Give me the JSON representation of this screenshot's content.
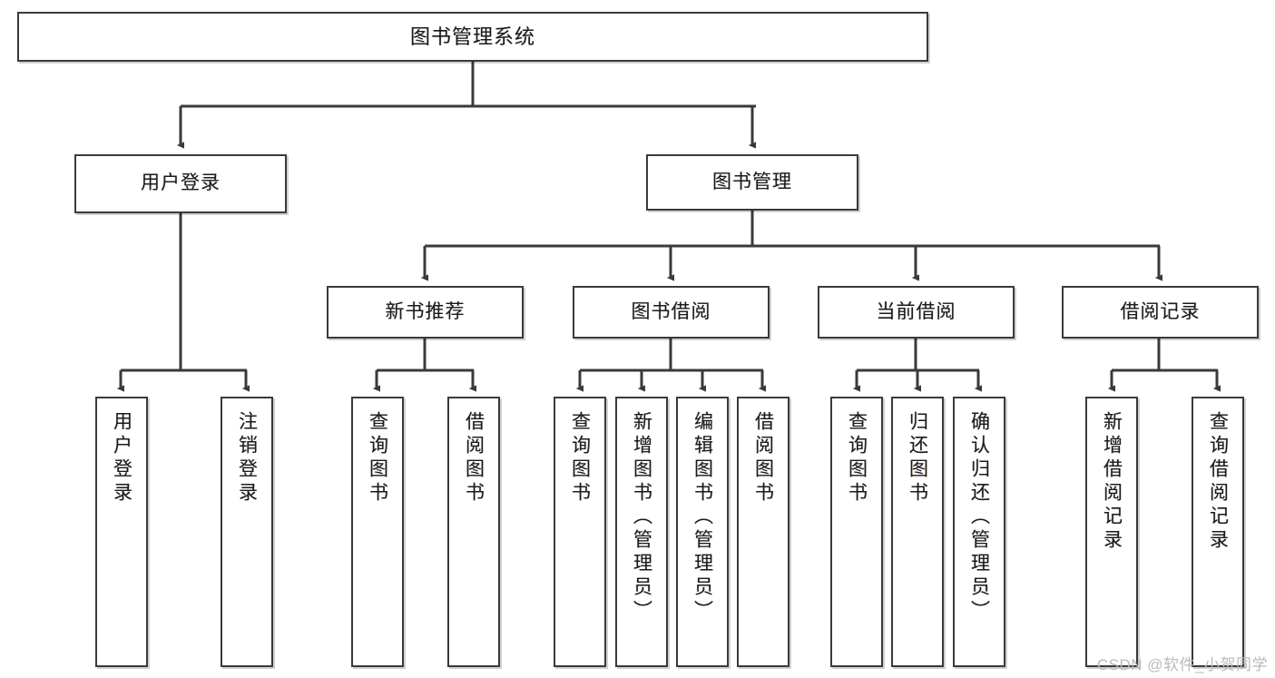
{
  "title": "图书管理系统",
  "watermark": "CSDN @软件_小贺同学",
  "colors": {
    "background": "#ffffff",
    "box_border": "#3a3a3a",
    "connector": "#3a3a3a",
    "text": "#1b1b1b",
    "watermark": "#b9b9b9"
  },
  "chart_data": {
    "type": "diagram",
    "diagram_kind": "tree",
    "title": "图书管理系统",
    "root": "图书管理系统",
    "levels": 4,
    "edges": [
      [
        "图书管理系统",
        "用户登录"
      ],
      [
        "图书管理系统",
        "图书管理"
      ],
      [
        "用户登录",
        "用户登录(叶)"
      ],
      [
        "用户登录",
        "注销登录"
      ],
      [
        "图书管理",
        "新书推荐"
      ],
      [
        "图书管理",
        "图书借阅"
      ],
      [
        "图书管理",
        "当前借阅"
      ],
      [
        "图书管理",
        "借阅记录"
      ],
      [
        "新书推荐",
        "查询图书"
      ],
      [
        "新书推荐",
        "借阅图书"
      ],
      [
        "图书借阅",
        "查询图书"
      ],
      [
        "图书借阅",
        "新增图书（管理员）"
      ],
      [
        "图书借阅",
        "编辑图书（管理员）"
      ],
      [
        "图书借阅",
        "借阅图书"
      ],
      [
        "当前借阅",
        "查询图书"
      ],
      [
        "当前借阅",
        "归还图书"
      ],
      [
        "当前借阅",
        "确认归还（管理员）"
      ],
      [
        "借阅记录",
        "新增借阅记录"
      ],
      [
        "借阅记录",
        "查询借阅记录"
      ]
    ]
  },
  "nodes": {
    "root": {
      "label": "图书管理系统"
    },
    "level2": [
      {
        "label": "用户登录"
      },
      {
        "label": "图书管理"
      }
    ],
    "level3": [
      {
        "label": "新书推荐"
      },
      {
        "label": "图书借阅"
      },
      {
        "label": "当前借阅"
      },
      {
        "label": "借阅记录"
      }
    ],
    "leaves": [
      {
        "label": "用户登录"
      },
      {
        "label": "注销登录"
      },
      {
        "label": "查询图书"
      },
      {
        "label": "借阅图书"
      },
      {
        "label": "查询图书"
      },
      {
        "label": "新增图书（管理员）"
      },
      {
        "label": "编辑图书（管理员）"
      },
      {
        "label": "借阅图书"
      },
      {
        "label": "查询图书"
      },
      {
        "label": "归还图书"
      },
      {
        "label": "确认归还（管理员）"
      },
      {
        "label": "新增借阅记录"
      },
      {
        "label": "查询借阅记录"
      }
    ]
  }
}
